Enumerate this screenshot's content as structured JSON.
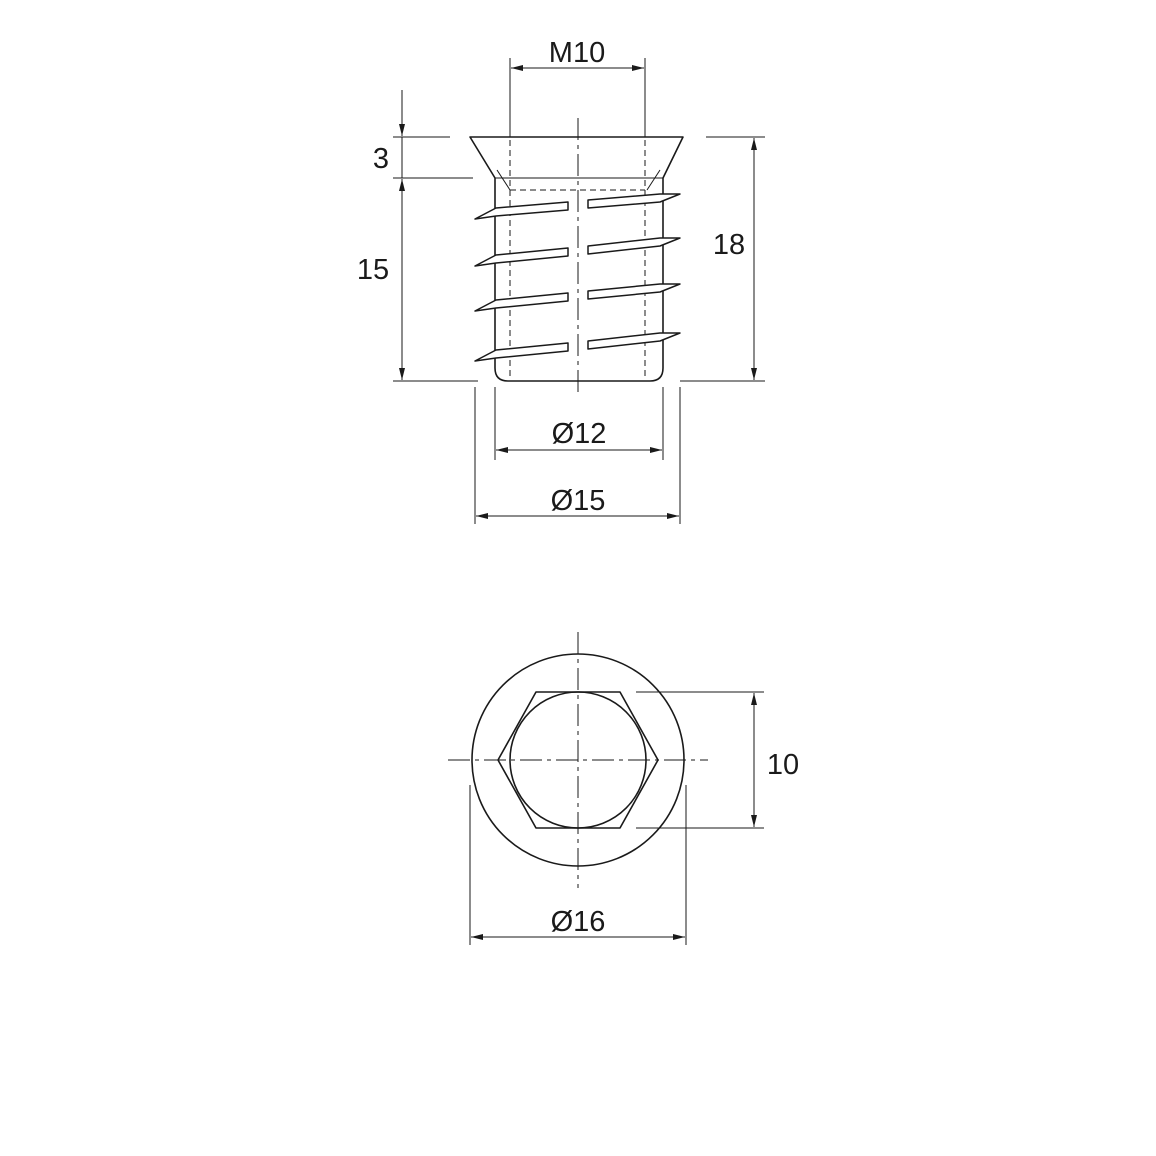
{
  "dimensions": {
    "thread_size": "M10",
    "head_height": "3",
    "body_length": "15",
    "total_length": "18",
    "core_diameter": "Ø12",
    "outer_diameter": "Ø15",
    "hex_size": "10",
    "flange_diameter": "Ø16"
  }
}
